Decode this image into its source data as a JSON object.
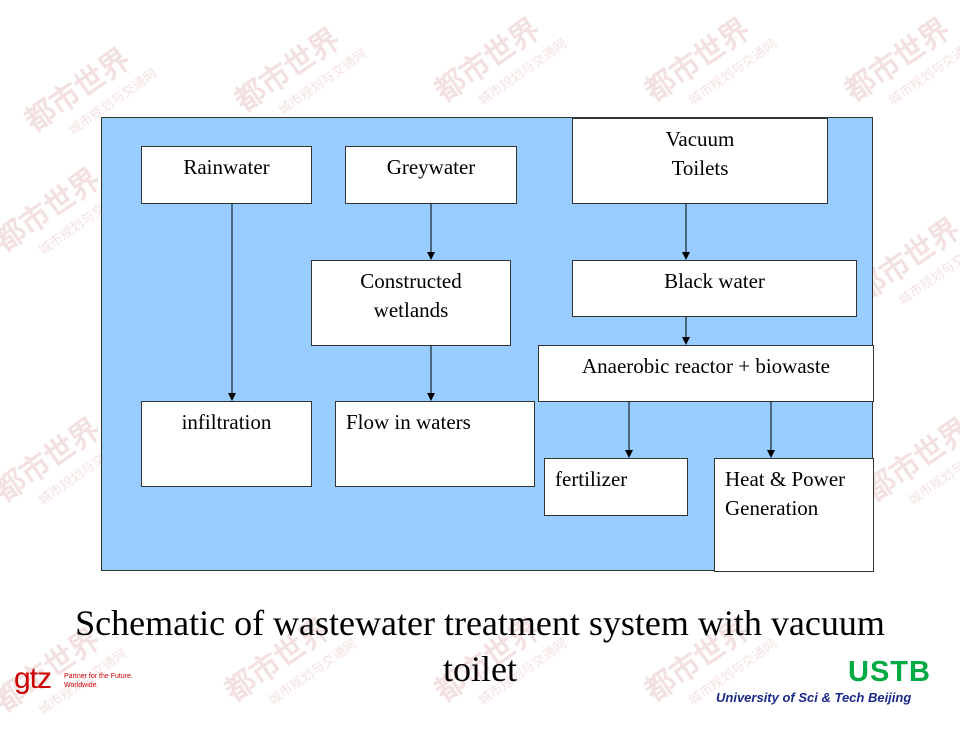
{
  "diagram": {
    "nodes": {
      "rainwater": "Rainwater",
      "greywater": "Greywater",
      "vacuum_toilets": [
        "Vacuum",
        "Toilets"
      ],
      "constructed_wetlands": [
        "Constructed",
        "wetlands"
      ],
      "black_water": "Black water",
      "anaerobic_reactor": "Anaerobic reactor + biowaste",
      "infiltration": "infiltration",
      "flow_in_waters": "Flow in waters",
      "fertilizer": "fertilizer",
      "heat_power": [
        "Heat & Power",
        "Generation"
      ]
    },
    "panel_color": "#99ccff"
  },
  "caption": {
    "line1": "Schematic of wastewater treatment system with vacuum",
    "line2": "toilet"
  },
  "logos": {
    "gtz_name": "gtz",
    "gtz_tagline_1": "Partner for the Future.",
    "gtz_tagline_2": "Worldwide.",
    "ustb_name": "USTB",
    "ustb_full": "University of Sci & Tech Beijing"
  },
  "watermark": {
    "text_big": "都市世界",
    "text_small": "城市规划与交通网"
  }
}
